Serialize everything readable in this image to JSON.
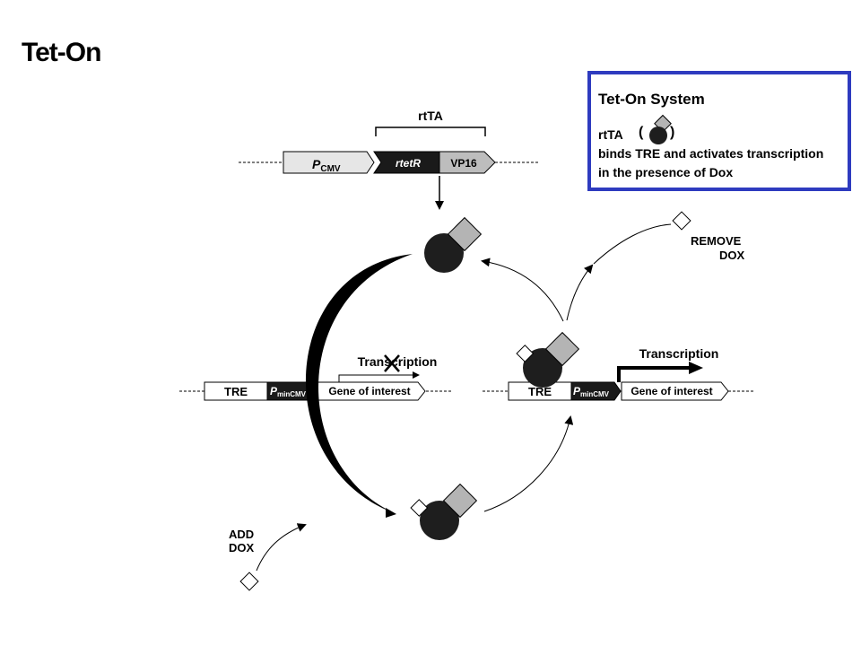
{
  "title": "Tet-On",
  "legend": {
    "heading": "Tet-On System",
    "rtta_label": "rtTA",
    "paren_open": "(",
    "paren_close": ")",
    "line1": "binds TRE and activates transcription",
    "line2": "in the presence of Dox"
  },
  "construct": {
    "bracket_label": "rtTA",
    "promoter_main": "P",
    "promoter_sub": "CMV",
    "rtetr": "rtetR",
    "vp16": "VP16"
  },
  "left_cassette": {
    "tre": "TRE",
    "pmin_main": "P",
    "pmin_sub": "minCMV",
    "gene": "Gene of interest",
    "transcription": "Transcription"
  },
  "right_cassette": {
    "tre": "TRE",
    "pmin_main": "P",
    "pmin_sub": "minCMV",
    "gene": "Gene of interest",
    "transcription": "Transcription"
  },
  "labels": {
    "add_line1": "ADD",
    "add_line2": "DOX",
    "remove_line1": "REMOVE",
    "remove_line2": "DOX"
  },
  "colors": {
    "legend_border": "#2e3bbf",
    "rtetr_fill": "#1a1a1a",
    "vp16_fill": "#bdbdbd",
    "promoter_fill": "#e6e6e6",
    "protein_body": "#1e1e1e",
    "protein_square": "#b4b4b4"
  }
}
